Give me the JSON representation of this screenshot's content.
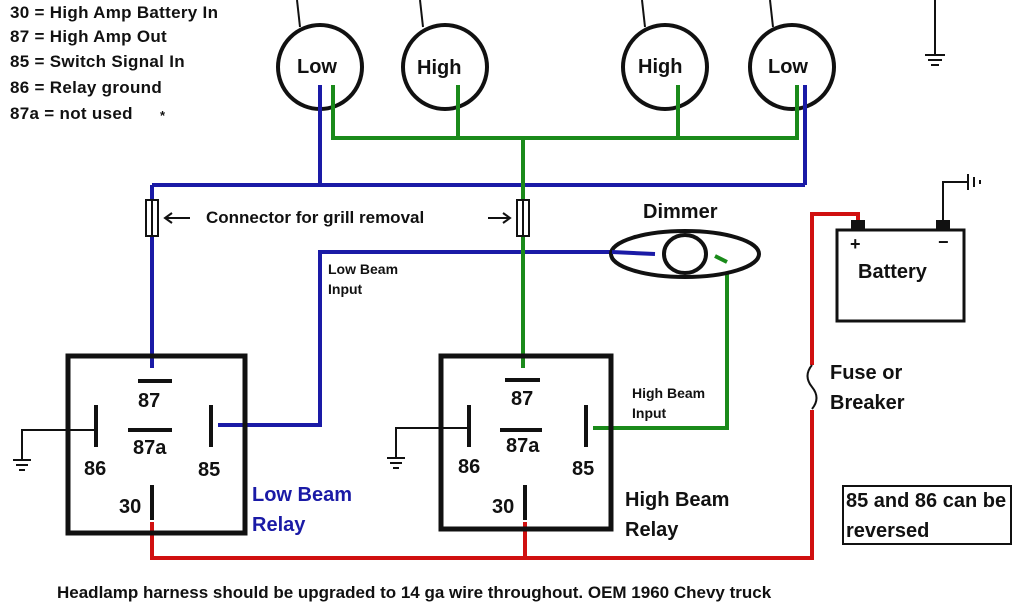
{
  "legend": [
    "30 = High Amp Battery In",
    "87 = High Amp Out",
    "85 = Switch Signal In",
    "86 = Relay ground",
    "87a = not used",
    "*"
  ],
  "headlamps": [
    "Low",
    "High",
    "High",
    "Low"
  ],
  "connector_label": "Connector for grill removal",
  "dimmer_label": "Dimmer",
  "battery": {
    "label": "Battery",
    "plus": "+",
    "minus": "−"
  },
  "low_beam_input": "Low Beam Input",
  "high_beam_input": "High Beam Input",
  "fuse_label": "Fuse or Breaker",
  "relay_pins": {
    "p87": "87",
    "p87a": "87a",
    "p86": "86",
    "p85": "85",
    "p30": "30"
  },
  "low_relay_label": "Low Beam Relay",
  "high_relay_label": "High Beam Relay",
  "note": "85 and 86 can be reversed",
  "footer": "Headlamp harness should be upgraded to 14 ga wire throughout.  OEM 1960 Chevy truck",
  "colors": {
    "low_beam_wire": "#1a1aa6",
    "high_beam_wire": "#1a8a1a",
    "power_wire": "#d01010",
    "ink": "#111111"
  },
  "icons": [
    "ground-symbol",
    "connector-symbol",
    "fuse-symbol",
    "dimmer-switch"
  ]
}
